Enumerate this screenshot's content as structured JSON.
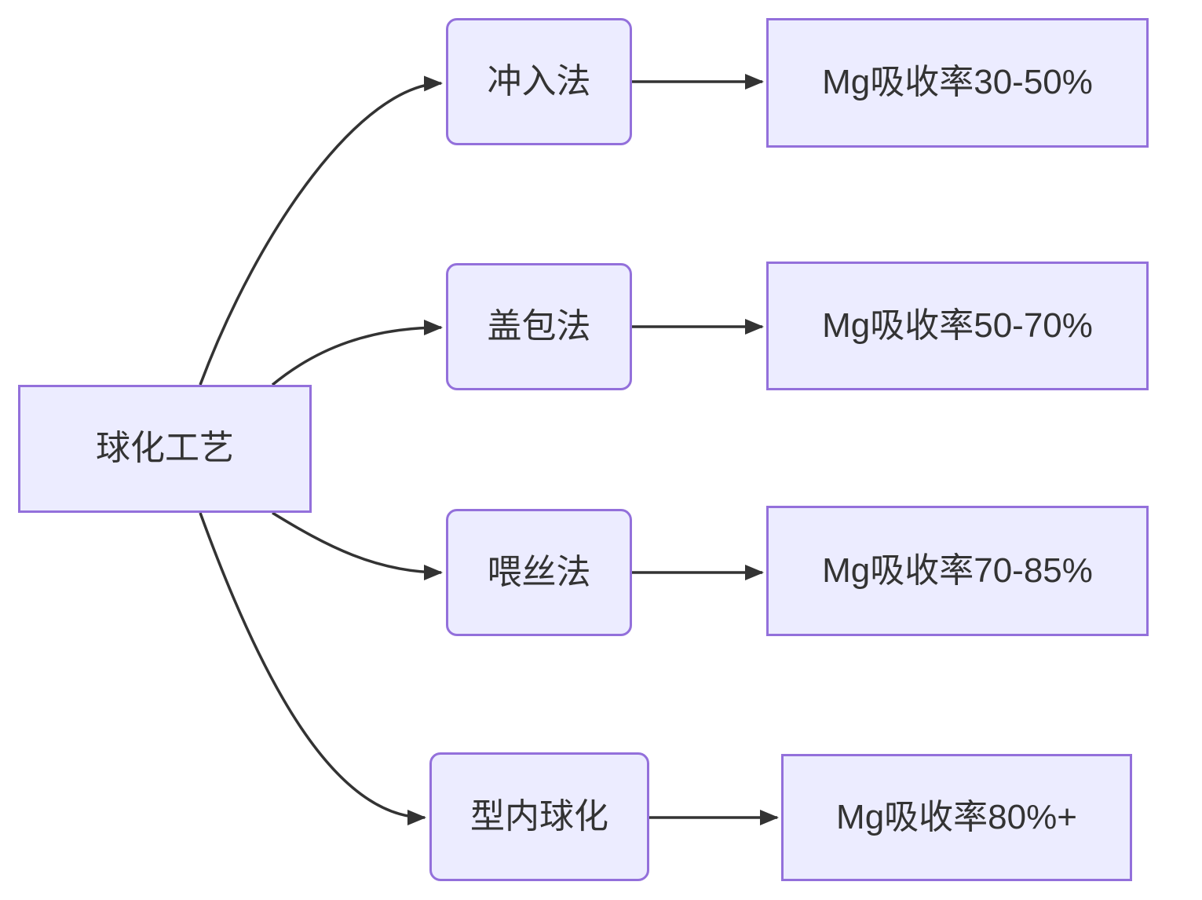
{
  "diagram": {
    "type": "flowchart",
    "root": {
      "label": "球化工艺"
    },
    "rows": [
      {
        "method": "冲入法",
        "result": "Mg吸收率30-50%"
      },
      {
        "method": "盖包法",
        "result": "Mg吸收率50-70%"
      },
      {
        "method": "喂丝法",
        "result": "Mg吸收率70-85%"
      },
      {
        "method": "型内球化",
        "result": "Mg吸收率80%+"
      }
    ],
    "edges": [
      {
        "from": "球化工艺",
        "to": "冲入法"
      },
      {
        "from": "球化工艺",
        "to": "盖包法"
      },
      {
        "from": "球化工艺",
        "to": "喂丝法"
      },
      {
        "from": "球化工艺",
        "to": "型内球化"
      },
      {
        "from": "冲入法",
        "to": "Mg吸收率30-50%"
      },
      {
        "from": "盖包法",
        "to": "Mg吸收率50-70%"
      },
      {
        "from": "喂丝法",
        "to": "Mg吸收率70-85%"
      },
      {
        "from": "型内球化",
        "to": "Mg吸收率80%+"
      }
    ],
    "colors": {
      "node_fill": "#ECECFF",
      "node_border": "#9370DB",
      "edge_line": "#333333",
      "text": "#333333",
      "background": "#FFFFFF"
    }
  }
}
